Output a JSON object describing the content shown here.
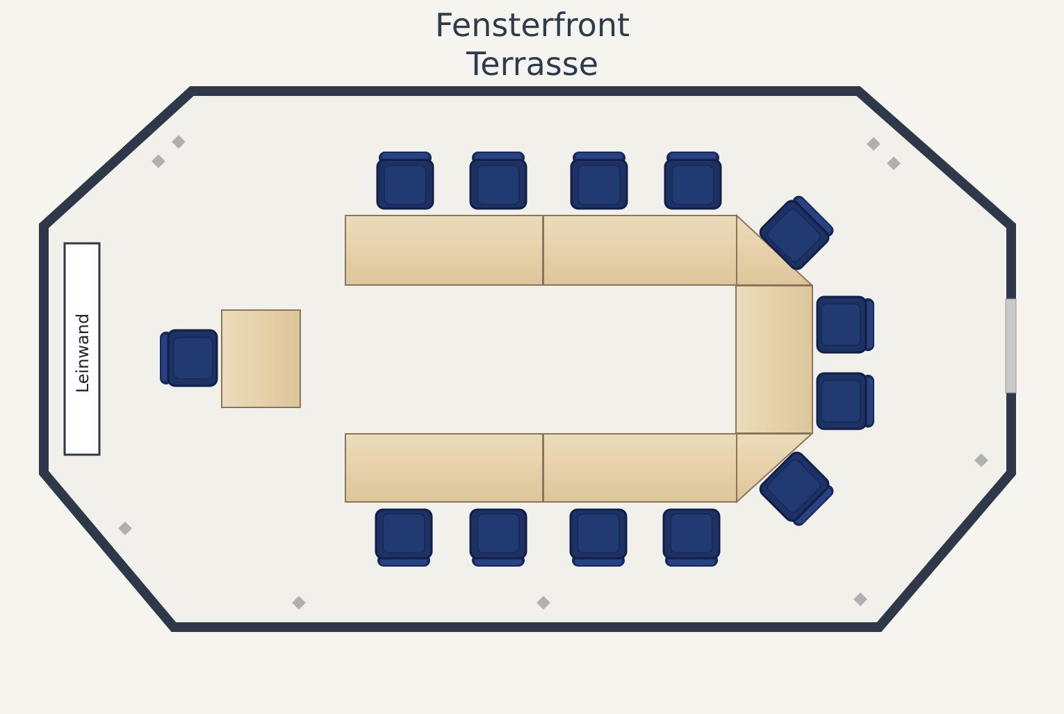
{
  "title": {
    "line1": "Fensterfront",
    "line2": "Terrasse"
  },
  "screen": {
    "label": "Leinwand"
  },
  "colors": {
    "wall": "#2e3848",
    "floor": "#f2f0eb",
    "table": "#e9d6b2",
    "chair": "#1d3263",
    "marker": "#b0b0b0"
  }
}
